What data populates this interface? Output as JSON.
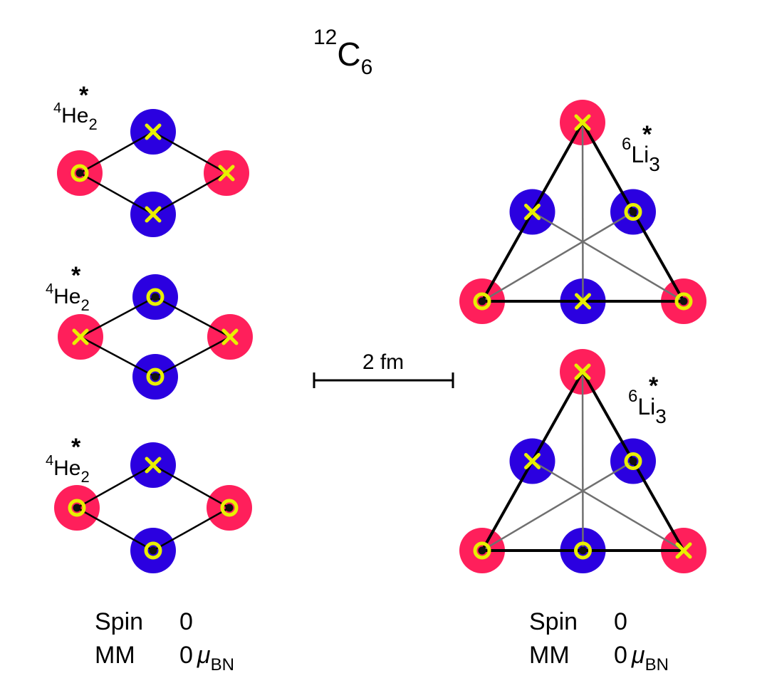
{
  "title": {
    "mass": "12",
    "symbol": "C",
    "sub": "6"
  },
  "colors": {
    "proton": "#ff1f5b",
    "neutron": "#2b00e0",
    "marker": "#e8f000",
    "dot": "#111111",
    "edge": "#000000",
    "inner_edge": "#707070"
  },
  "clusters": {
    "he1": {
      "mass": "4",
      "symbol": "He",
      "sub": "2",
      "star": "*"
    },
    "he2": {
      "mass": "4",
      "symbol": "He",
      "sub": "2",
      "star": "*"
    },
    "he3": {
      "mass": "4",
      "symbol": "He",
      "sub": "2",
      "star": "*"
    },
    "li1": {
      "mass": "6",
      "symbol": "Li",
      "sub": "3",
      "star": "*"
    },
    "li2": {
      "mass": "6",
      "symbol": "Li",
      "sub": "3",
      "star": "*"
    }
  },
  "scale_bar": {
    "label": "2 fm"
  },
  "properties": {
    "left": {
      "spin_label": "Spin",
      "spin_value": "0",
      "mm_label": "MM",
      "mm_value": "0",
      "mm_unit_symbol": "μ",
      "mm_unit_sub": "BN"
    },
    "right": {
      "spin_label": "Spin",
      "spin_value": "0",
      "mm_label": "MM",
      "mm_value": "0",
      "mm_unit_symbol": "μ",
      "mm_unit_sub": "BN"
    }
  }
}
